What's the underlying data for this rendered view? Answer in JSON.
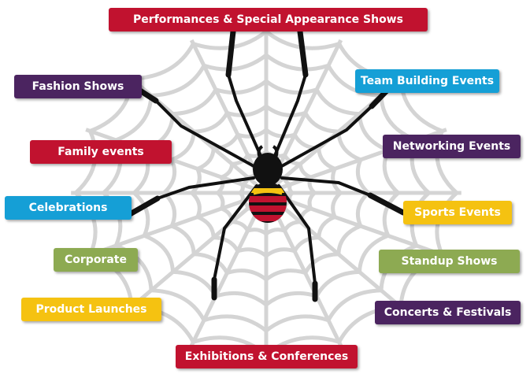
{
  "colors": {
    "red": "#c1122f",
    "purple": "#4b2460",
    "blue": "#159fd6",
    "yellow": "#f5c211",
    "olive": "#8daa52",
    "web": "#d4d4d4",
    "spider_body": "#111111"
  },
  "labels": {
    "performances": "Performances & Special Appearance Shows",
    "fashion": "Fashion Shows",
    "family": "Family events",
    "celebrations": "Celebrations",
    "corporate": "Corporate",
    "product_launches": "Product Launches",
    "exhibitions": "Exhibitions & Conferences",
    "team_building": "Team Building Events",
    "networking": "Networking Events",
    "sports": "Sports Events",
    "standup": "Standup Shows",
    "concerts": "Concerts & Festivals"
  },
  "icons": {
    "spider": "spider-icon",
    "web": "spider-web-icon"
  }
}
